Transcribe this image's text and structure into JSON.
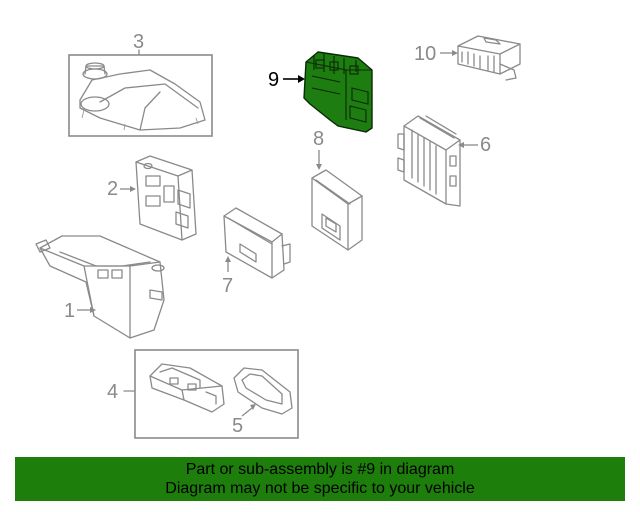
{
  "callouts": {
    "c1": "1",
    "c2": "2",
    "c3": "3",
    "c4": "4",
    "c5": "5",
    "c6": "6",
    "c7": "7",
    "c8": "8",
    "c9": "9",
    "c10": "10"
  },
  "highlighted_part": "9",
  "colors": {
    "highlight": "#1d7e0b",
    "line": "#8a8a8a"
  },
  "banner": {
    "line1": "Part or sub-assembly is #9 in diagram",
    "line2": "Diagram may not be specific to your vehicle"
  }
}
